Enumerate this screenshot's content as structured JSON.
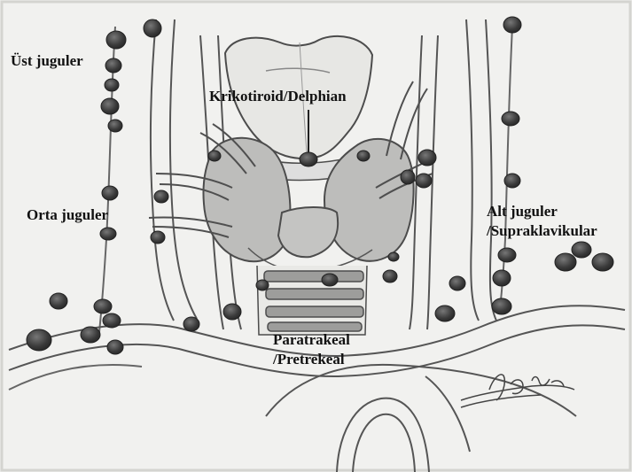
{
  "figure": {
    "style": "pencil sketch of cervical lymph node levels",
    "background_color": "#f1f1ef",
    "ink_color": "#4a4a4a",
    "node_color": "#3a3a3a"
  },
  "labels": {
    "ust_juguler": "Üst juguler",
    "orta_juguler": "Orta juguler",
    "krikotiroid": "Krikotiroid/Delphian",
    "alt_juguler_line1": "Alt juguler",
    "alt_juguler_line2": "/Supraklavikular",
    "paratrakeal_line1": "Paratrakeal",
    "paratrakeal_line2": "/Pretrekeal"
  }
}
